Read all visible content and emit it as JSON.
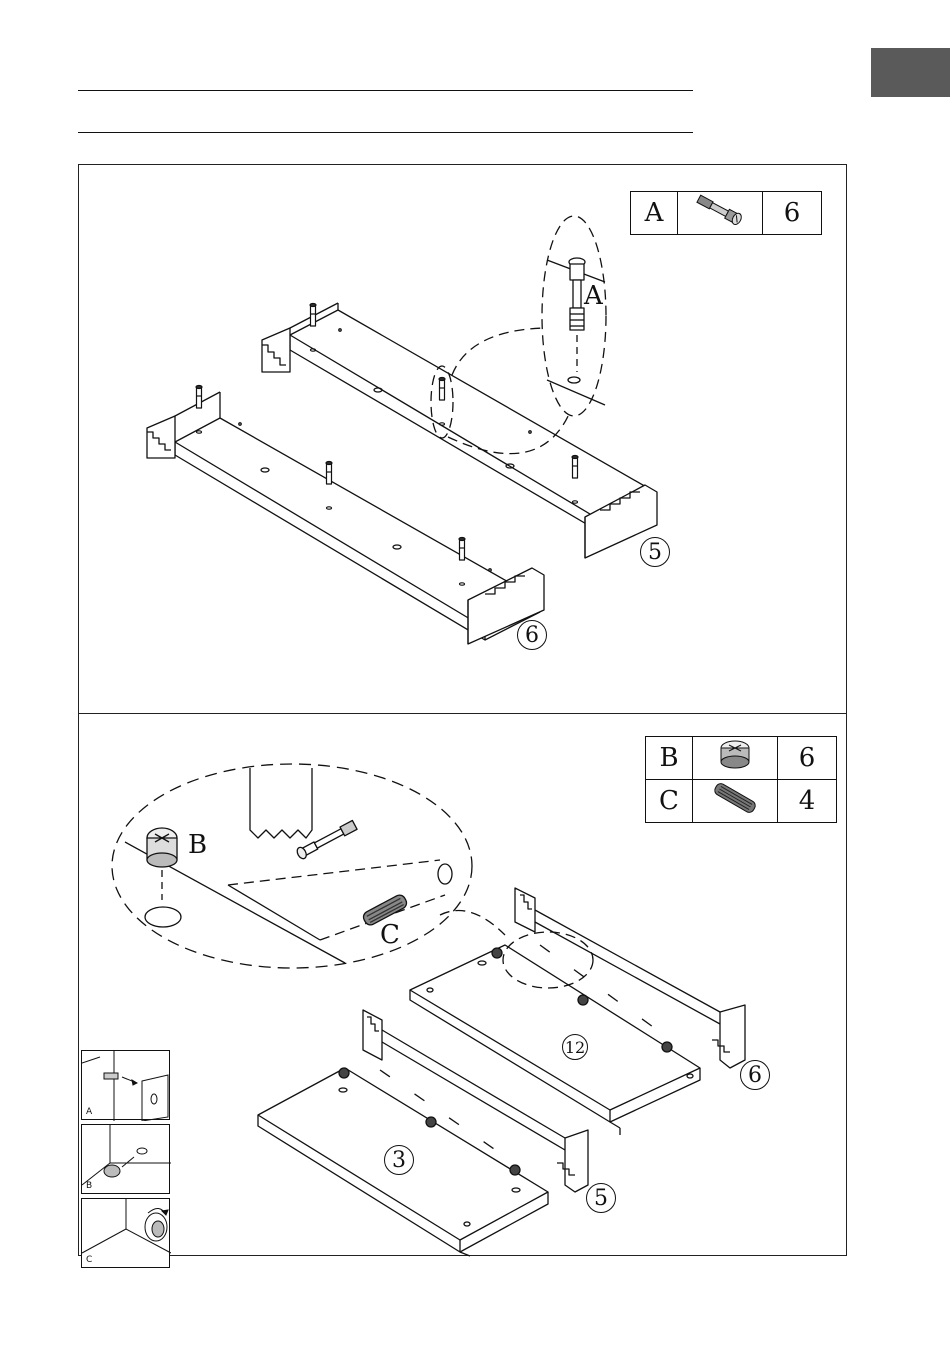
{
  "step1": {
    "parts": [
      {
        "letter": "A",
        "icon": "cam-bolt-icon",
        "qty": "6"
      }
    ],
    "callout": "A",
    "panels": [
      {
        "num": "5"
      },
      {
        "num": "6"
      }
    ]
  },
  "step2": {
    "parts": [
      {
        "letter": "B",
        "icon": "cam-lock-icon",
        "qty": "6"
      },
      {
        "letter": "C",
        "icon": "wooden-dowel-icon",
        "qty": "4"
      }
    ],
    "callouts": {
      "b": "B",
      "c": "C"
    },
    "panels": [
      {
        "num": "12"
      },
      {
        "num": "6"
      },
      {
        "num": "3"
      },
      {
        "num": "5"
      }
    ],
    "mini_steps": [
      {
        "label": "A"
      },
      {
        "label": "B"
      },
      {
        "label": "C"
      }
    ]
  },
  "colors": {
    "line": "#111111",
    "tab": "#5a5a5a"
  }
}
